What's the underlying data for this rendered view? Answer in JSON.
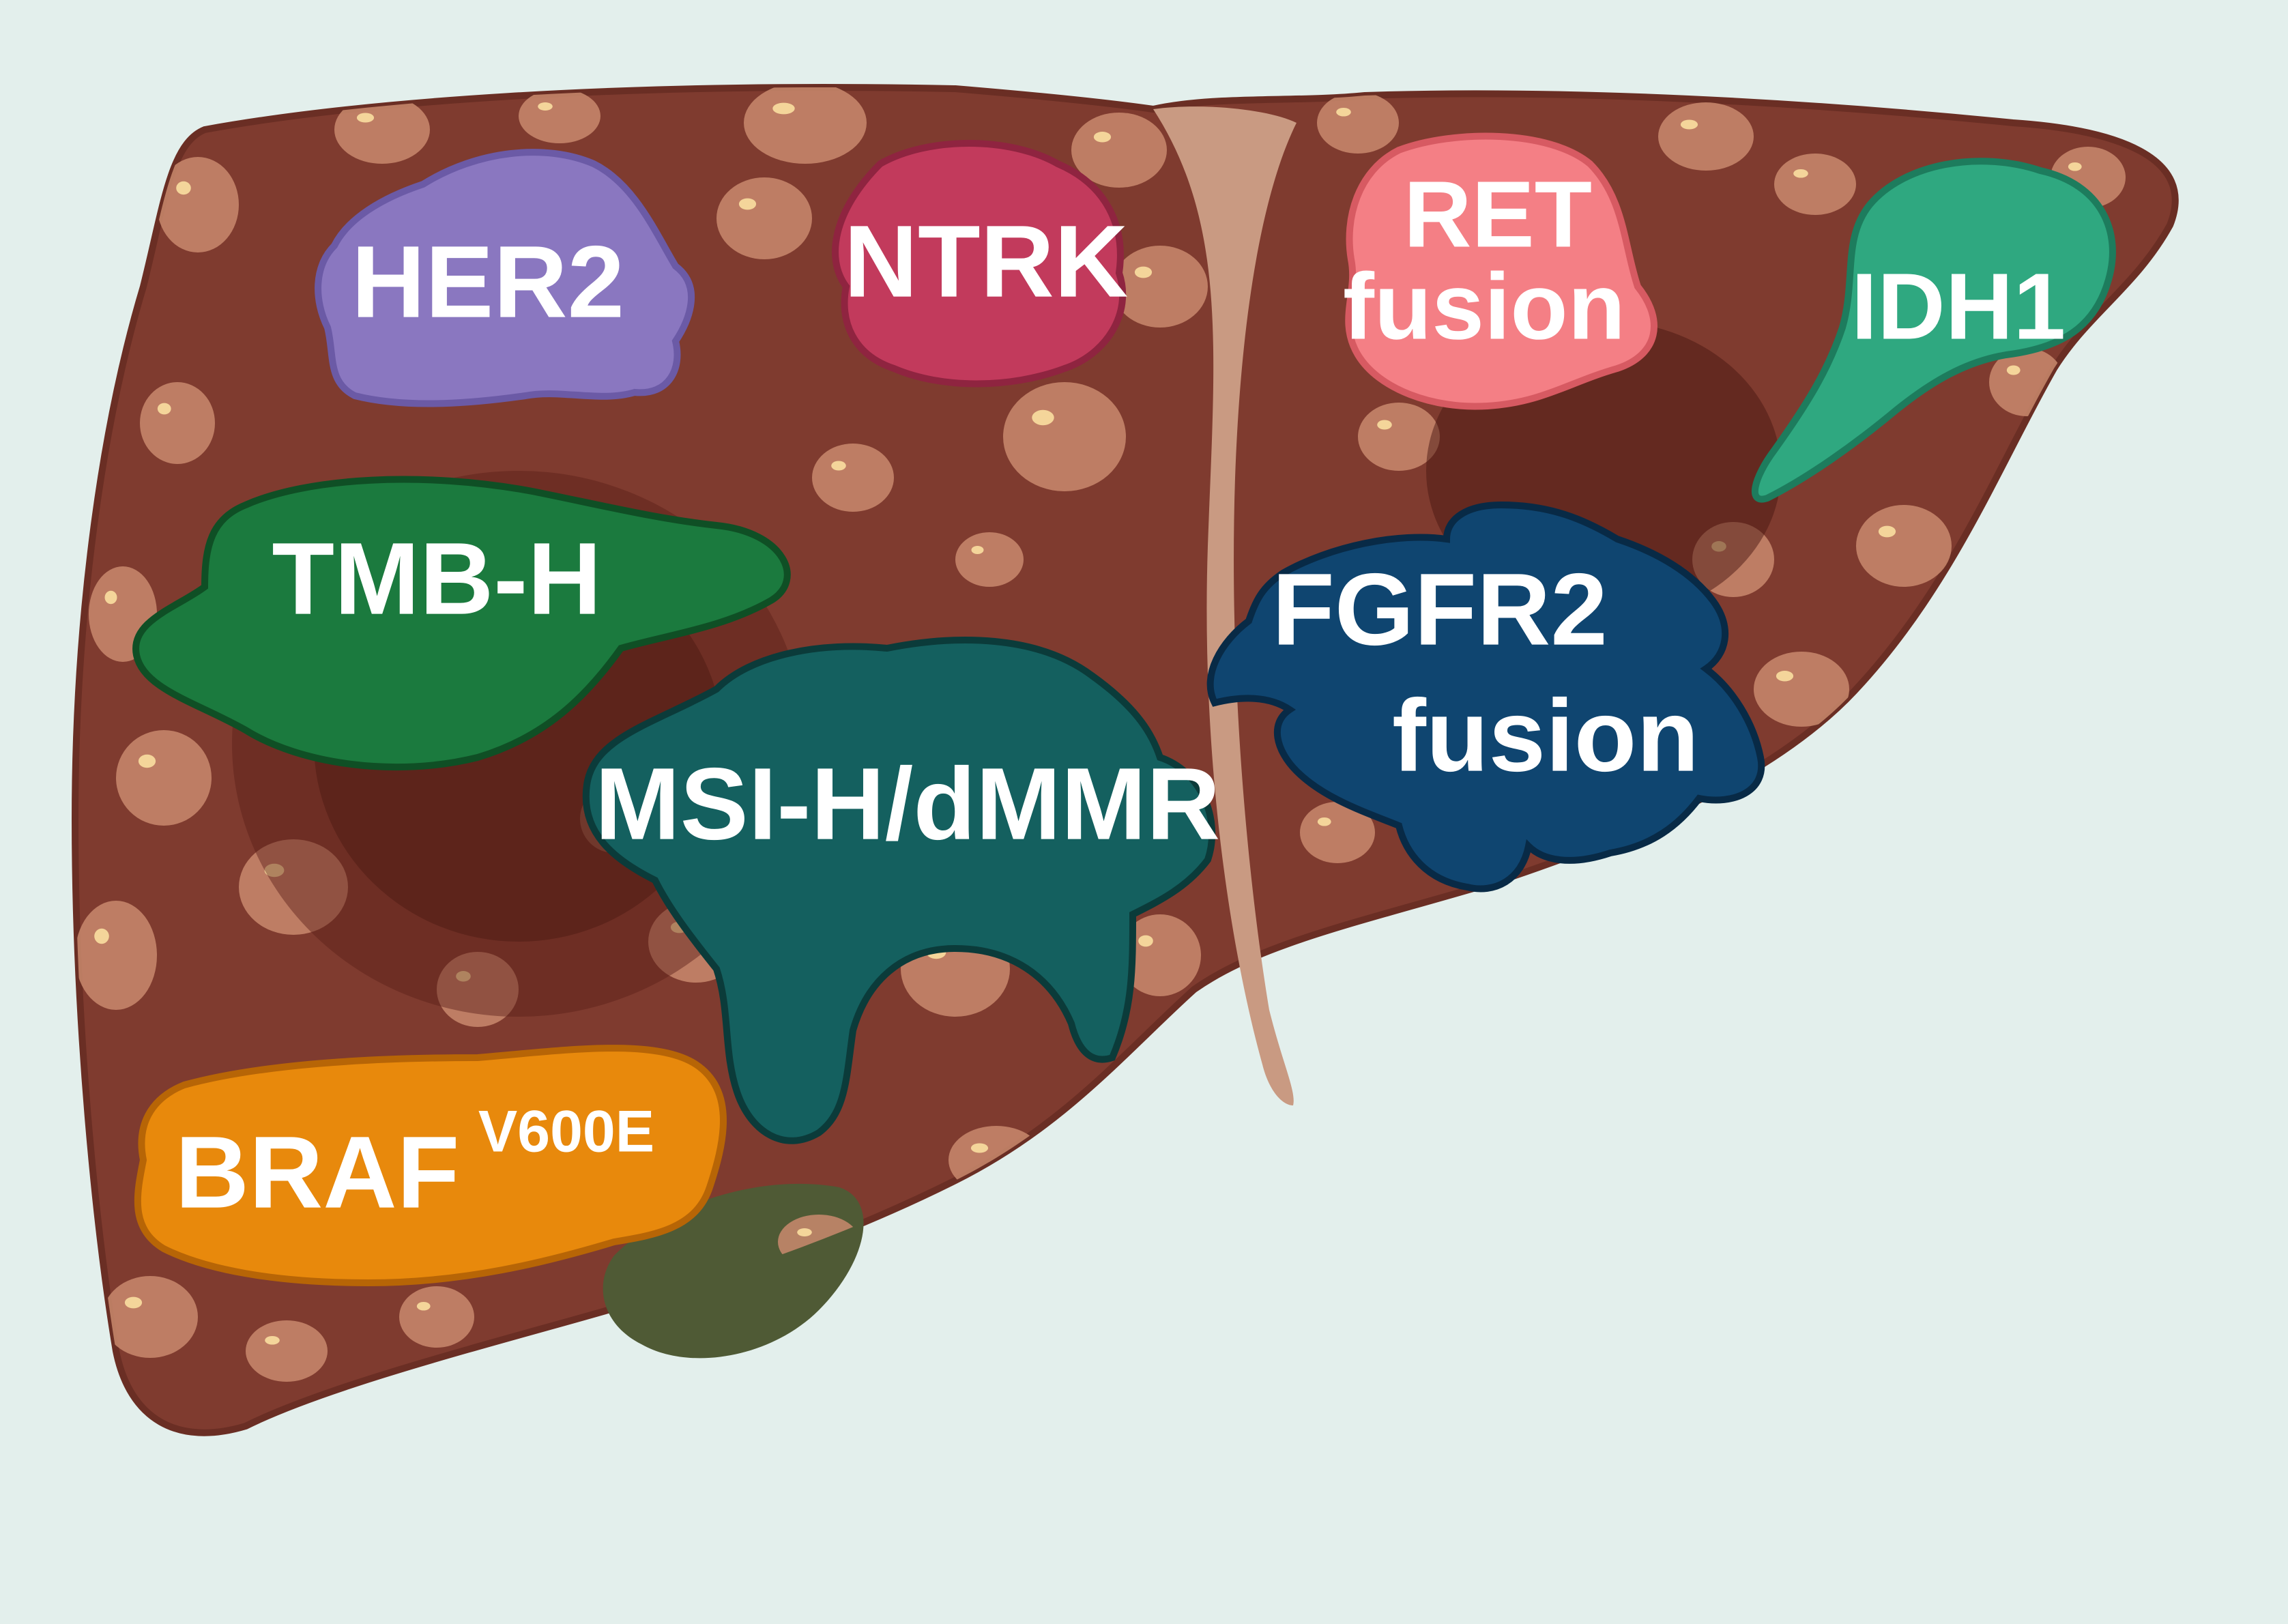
{
  "figure": {
    "colors": {
      "background": "#e3efec",
      "liver": "#7f3b2f",
      "liver_outline": "#6a2e24",
      "ligament": "#c99a82",
      "gallbladder": "#4f5a35",
      "nodule": "#c98a6d",
      "nodule_highlight": "#f4d59a"
    },
    "labels": {
      "her2": {
        "text": "HER2",
        "color": "#8a77c0",
        "outline": "#6b5aa6"
      },
      "ntrk": {
        "text": "NTRK",
        "color": "#c23a5c",
        "outline": "#8f2440"
      },
      "ret": {
        "line1": "RET",
        "line2": "fusion",
        "color": "#f47f85",
        "outline": "#d75a62"
      },
      "idh1": {
        "text": "IDH1",
        "color": "#2fa880",
        "outline": "#1d7c5d"
      },
      "tmb": {
        "text": "TMB-H",
        "color": "#1b7a3e",
        "outline": "#0f4f25"
      },
      "msi": {
        "text": "MSI-H/dMMR",
        "color": "#14605f",
        "outline": "#0b3b3a"
      },
      "fgfr2": {
        "line1": "FGFR2",
        "line2": "fusion",
        "color": "#0f4570",
        "outline": "#082a46"
      },
      "braf": {
        "text": "BRAF",
        "superscript": "V600E",
        "color": "#e8890c",
        "outline": "#b76506"
      }
    }
  }
}
